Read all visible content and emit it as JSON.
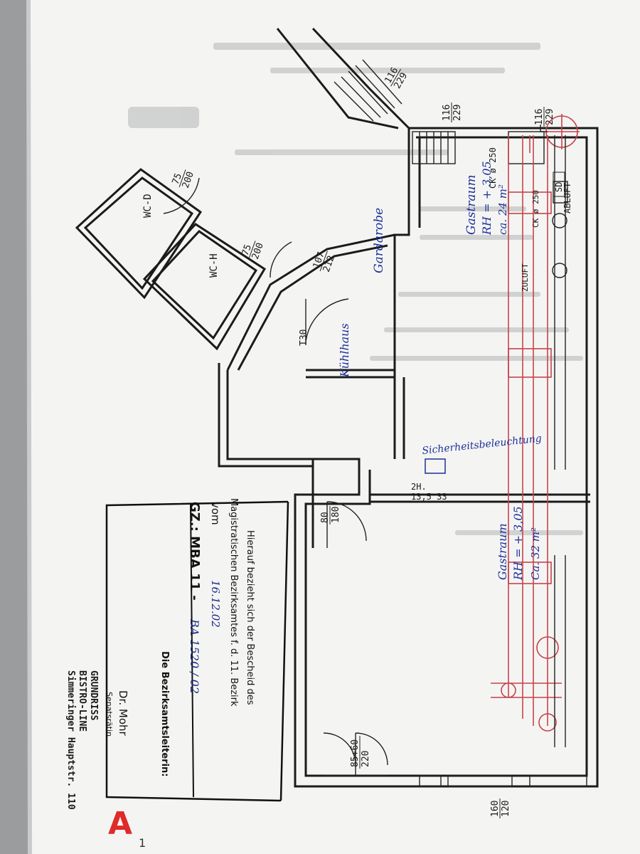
{
  "rooms": {
    "gastraum_small": {
      "name": "Gastraum",
      "height": "RH = + 3,05",
      "area": "ca. 24 m²"
    },
    "gastraum_large": {
      "name": "Gastraum",
      "height": "RH = + 3,05",
      "area": "Ca. 32 m²"
    },
    "garderobe": "Gardarobe",
    "kuehlhaus": "Kühlhaus",
    "wc_d": "WC-D",
    "wc_h": "WC-H"
  },
  "dimensions": {
    "stair_top": [
      "116",
      "229"
    ],
    "stair_left_a": [
      "116",
      "229"
    ],
    "stair_left_b": [
      "116",
      "229"
    ],
    "wc_d_door": [
      "75",
      "200"
    ],
    "wc_h_door": [
      "75",
      "200"
    ],
    "garderobe_door": [
      "107",
      "212"
    ],
    "fire_door": "T30",
    "inner_door": [
      "80",
      "180"
    ],
    "entrance_door": [
      "85+60",
      "220"
    ],
    "right_edge": [
      "160",
      "120"
    ],
    "emergency_light": [
      "2H.",
      "13,5 33"
    ]
  },
  "ventilation": {
    "abluft": "ABLUFT",
    "zuluft": "ZULUFT",
    "ck1": "CK ø 250",
    "ck2": "CK ø 250",
    "sd": "SD"
  },
  "annotation_safety": "Sicherheitsbeleuchtung",
  "stamp": {
    "line1": "Hierauf bezieht sich der Bescheid des",
    "line2": "Magistratischen Bezirksamtes f. d. 11. Bezirk",
    "vom_label": "vom",
    "vom_value": "16.12.02",
    "gz_label": "GZ.: MBA 11 -",
    "gz_value": "BA 1520 / 02",
    "signer_title": "Die Bezirksamtsleiterin:",
    "signer_name": "Dr. Mohr",
    "signer_role": "Senatsrätin"
  },
  "title_block": {
    "line1": "GRUNDRISS",
    "line2": "BISTRO-LINE",
    "line3": "Simmeringer Hauptstr. 110"
  },
  "marker": {
    "letter": "A",
    "index": "1"
  }
}
